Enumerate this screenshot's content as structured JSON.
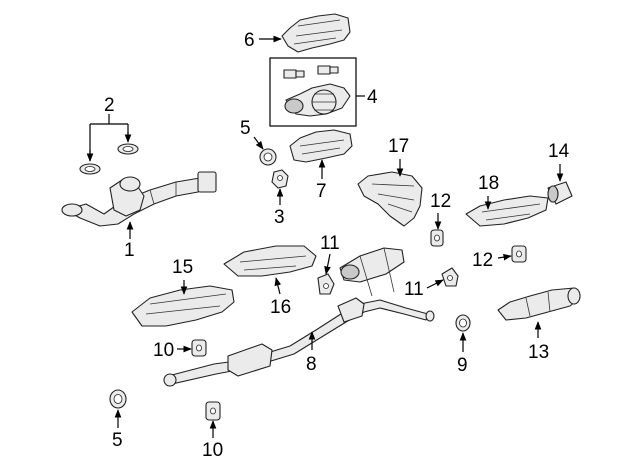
{
  "callouts": {
    "c1": "1",
    "c2": "2",
    "c3": "3",
    "c4": "4",
    "c5a": "5",
    "c5b": "5",
    "c6": "6",
    "c7": "7",
    "c8": "8",
    "c9": "9",
    "c10a": "10",
    "c10b": "10",
    "c11a": "11",
    "c11b": "11",
    "c12a": "12",
    "c12b": "12",
    "c13": "13",
    "c14": "14",
    "c15": "15",
    "c16": "16",
    "c17": "17",
    "c18": "18"
  },
  "colors": {
    "line": "#000000",
    "fill": "#ebebeb",
    "shade": "#c9c9c9",
    "background": "#ffffff"
  }
}
